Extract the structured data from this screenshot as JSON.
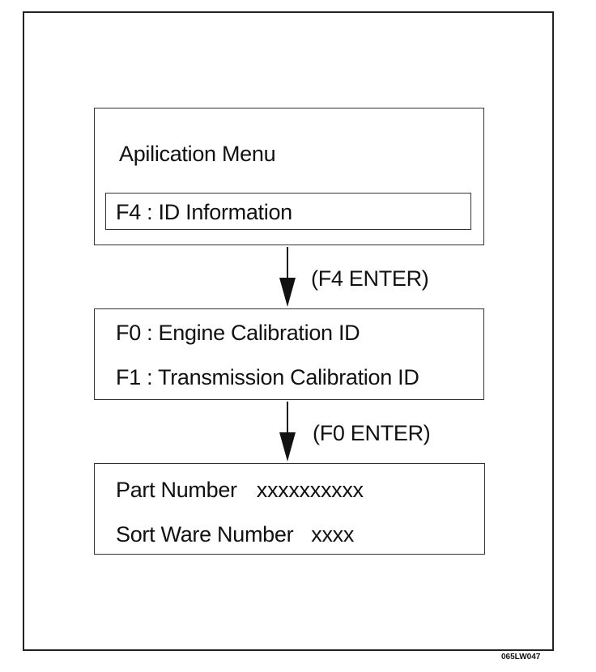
{
  "menu": {
    "title": "Apilication Menu",
    "option_f4": "F4 : ID Information"
  },
  "step1_label": "(F4 ENTER)",
  "calibration": {
    "option_f0": "F0 : Engine Calibration ID",
    "option_f1": "F1 : Transmission Calibration ID"
  },
  "step2_label": "(F0 ENTER)",
  "result": {
    "part_number_label": "Part Number",
    "part_number_value": "xxxxxxxxxx",
    "software_number_label": "Sort Ware Number",
    "software_number_value": "xxxx"
  },
  "figure_code": "065LW047",
  "colors": {
    "ink": "#111111",
    "border": "#333333",
    "background": "#ffffff"
  }
}
